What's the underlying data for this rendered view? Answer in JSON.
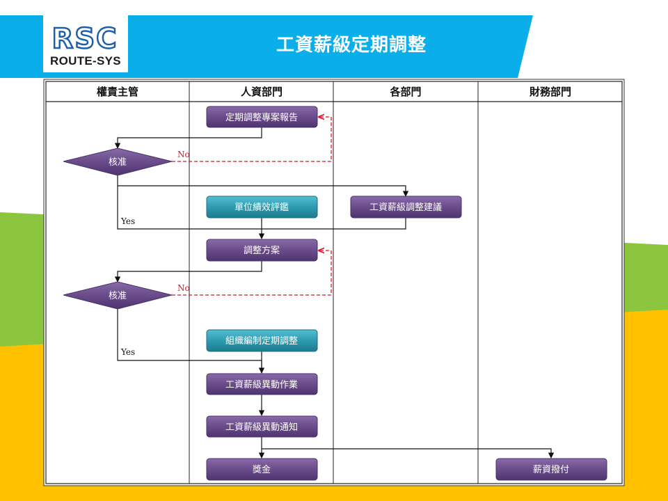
{
  "header": {
    "title": "工資薪級定期調整",
    "logo_mark": "RSC",
    "logo_text": "ROUTE-SYS"
  },
  "colors": {
    "header_blue": "#0aaee8",
    "green_band": "#8cc63f",
    "yellow_band": "#ffc000",
    "node_purple": "#6a4c8a",
    "node_teal": "#2e9bb0",
    "no_line": "#e0141e"
  },
  "lanes": [
    "權責主管",
    "人資部門",
    "各部門",
    "財務部門"
  ],
  "nodes": {
    "report": "定期調整專案報告",
    "approve1": "核准",
    "unit_eval": "單位績效評鑑",
    "dept_suggest": "工資薪級調整建議",
    "plan": "調整方案",
    "approve2": "核准",
    "org_adjust": "組織編制定期調整",
    "change_op": "工資薪級異動作業",
    "change_notice": "工資薪級異動通知",
    "bonus": "獎金",
    "payment": "薪資撥付"
  },
  "edge_labels": {
    "no1": "No",
    "yes1": "Yes",
    "no2": "No",
    "yes2": "Yes"
  }
}
